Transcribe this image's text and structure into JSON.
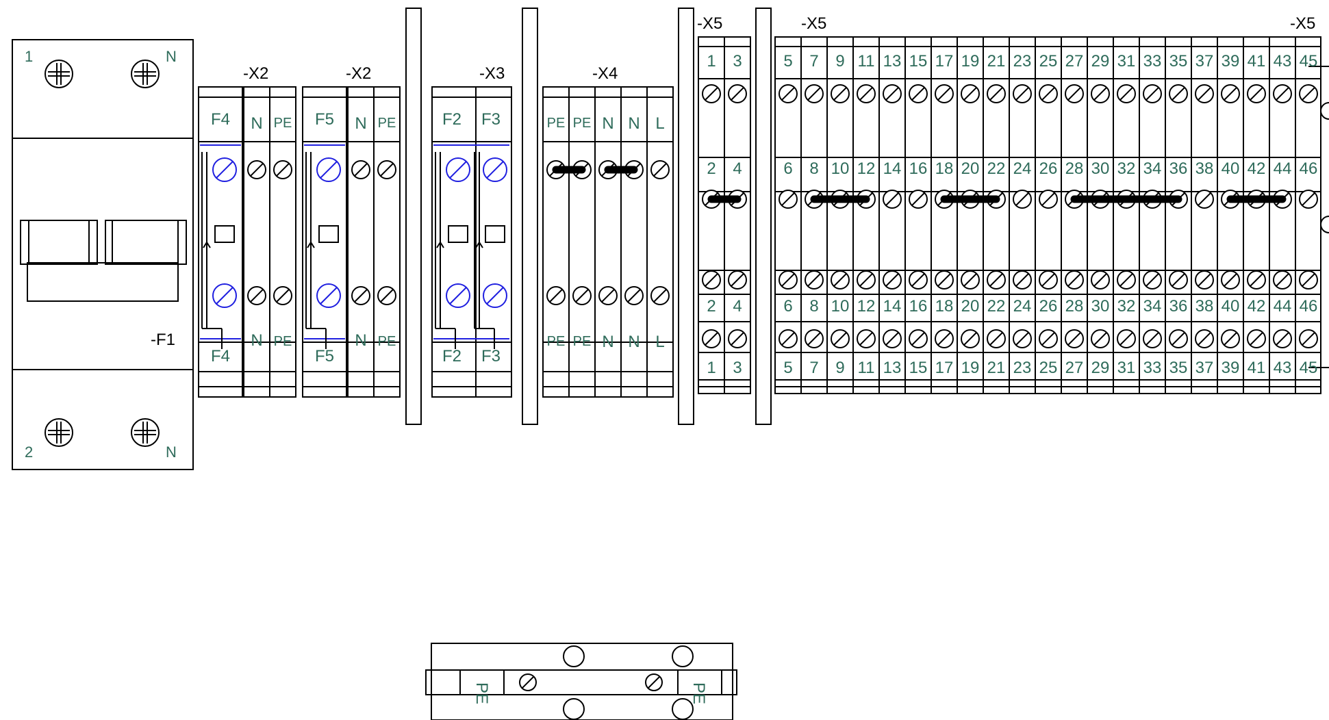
{
  "colors": {
    "line": "#000000",
    "terminal_text": "#2e6b5a",
    "fuse_accent": "#1f1fe0",
    "background": "#ffffff"
  },
  "breaker": {
    "tag": "-F1",
    "top_left": "1",
    "top_right": "N",
    "bottom_left": "2",
    "bottom_right": "N",
    "screw_icon": "cross-screw-icon"
  },
  "groups": [
    {
      "id": "x2a",
      "tag": "-X2",
      "labels_top": [
        "F4",
        "N",
        "PE"
      ],
      "labels_bottom": [
        "F4",
        "N",
        "PE"
      ]
    },
    {
      "id": "x2b",
      "tag": "-X2",
      "labels_top": [
        "F5",
        "N",
        "PE"
      ],
      "labels_bottom": [
        "F5",
        "N",
        "PE"
      ]
    },
    {
      "id": "x3",
      "tag": "-X3",
      "labels_top": [
        "F2",
        "F3"
      ],
      "labels_bottom": [
        "F2",
        "F3"
      ]
    },
    {
      "id": "x4",
      "tag": "-X4",
      "labels_top": [
        "PE",
        "PE",
        "N",
        "N",
        "L"
      ],
      "labels_bottom": [
        "PE",
        "PE",
        "N",
        "N",
        "L"
      ]
    },
    {
      "id": "x5a",
      "tag": "-X5",
      "odd": [
        "1",
        "3"
      ],
      "even": [
        "2",
        "4"
      ]
    },
    {
      "id": "x5b",
      "tag": "-X5",
      "tag_end": "-X5",
      "odd": [
        "5",
        "7",
        "9",
        "11",
        "13",
        "15",
        "17",
        "19",
        "21",
        "23",
        "25",
        "27",
        "29",
        "31",
        "33",
        "35",
        "37",
        "39",
        "41",
        "43",
        "45"
      ],
      "even": [
        "6",
        "8",
        "10",
        "12",
        "14",
        "16",
        "18",
        "20",
        "22",
        "24",
        "26",
        "28",
        "30",
        "32",
        "34",
        "36",
        "38",
        "40",
        "42",
        "44",
        "46"
      ]
    }
  ],
  "pe_block": {
    "left_label": "PE",
    "right_label": "PE"
  }
}
